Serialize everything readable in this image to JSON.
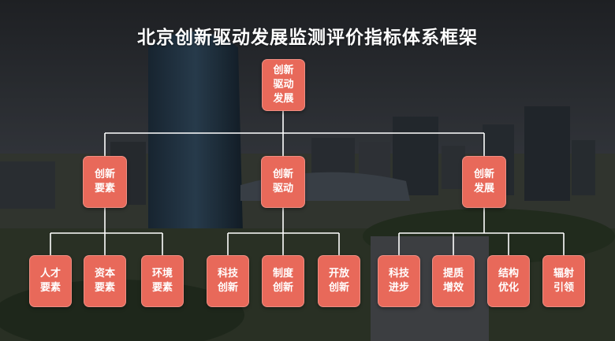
{
  "title": "北京创新驱动发展监测评价指标体系框架",
  "colors": {
    "node_fill": "#e8695a",
    "connector": "#ffffff",
    "title": "#ffffff"
  },
  "root": {
    "line1": "创新",
    "line2": "驱动",
    "line3": "发展"
  },
  "level1": [
    {
      "line1": "创新",
      "line2": "要素"
    },
    {
      "line1": "创新",
      "line2": "驱动"
    },
    {
      "line1": "创新",
      "line2": "发展"
    }
  ],
  "level2": [
    {
      "line1": "人才",
      "line2": "要素"
    },
    {
      "line1": "资本",
      "line2": "要素"
    },
    {
      "line1": "环境",
      "line2": "要素"
    },
    {
      "line1": "科技",
      "line2": "创新"
    },
    {
      "line1": "制度",
      "line2": "创新"
    },
    {
      "line1": "开放",
      "line2": "创新"
    },
    {
      "line1": "科技",
      "line2": "进步"
    },
    {
      "line1": "提质",
      "line2": "增效"
    },
    {
      "line1": "结构",
      "line2": "优化"
    },
    {
      "line1": "辐射",
      "line2": "引领"
    }
  ]
}
